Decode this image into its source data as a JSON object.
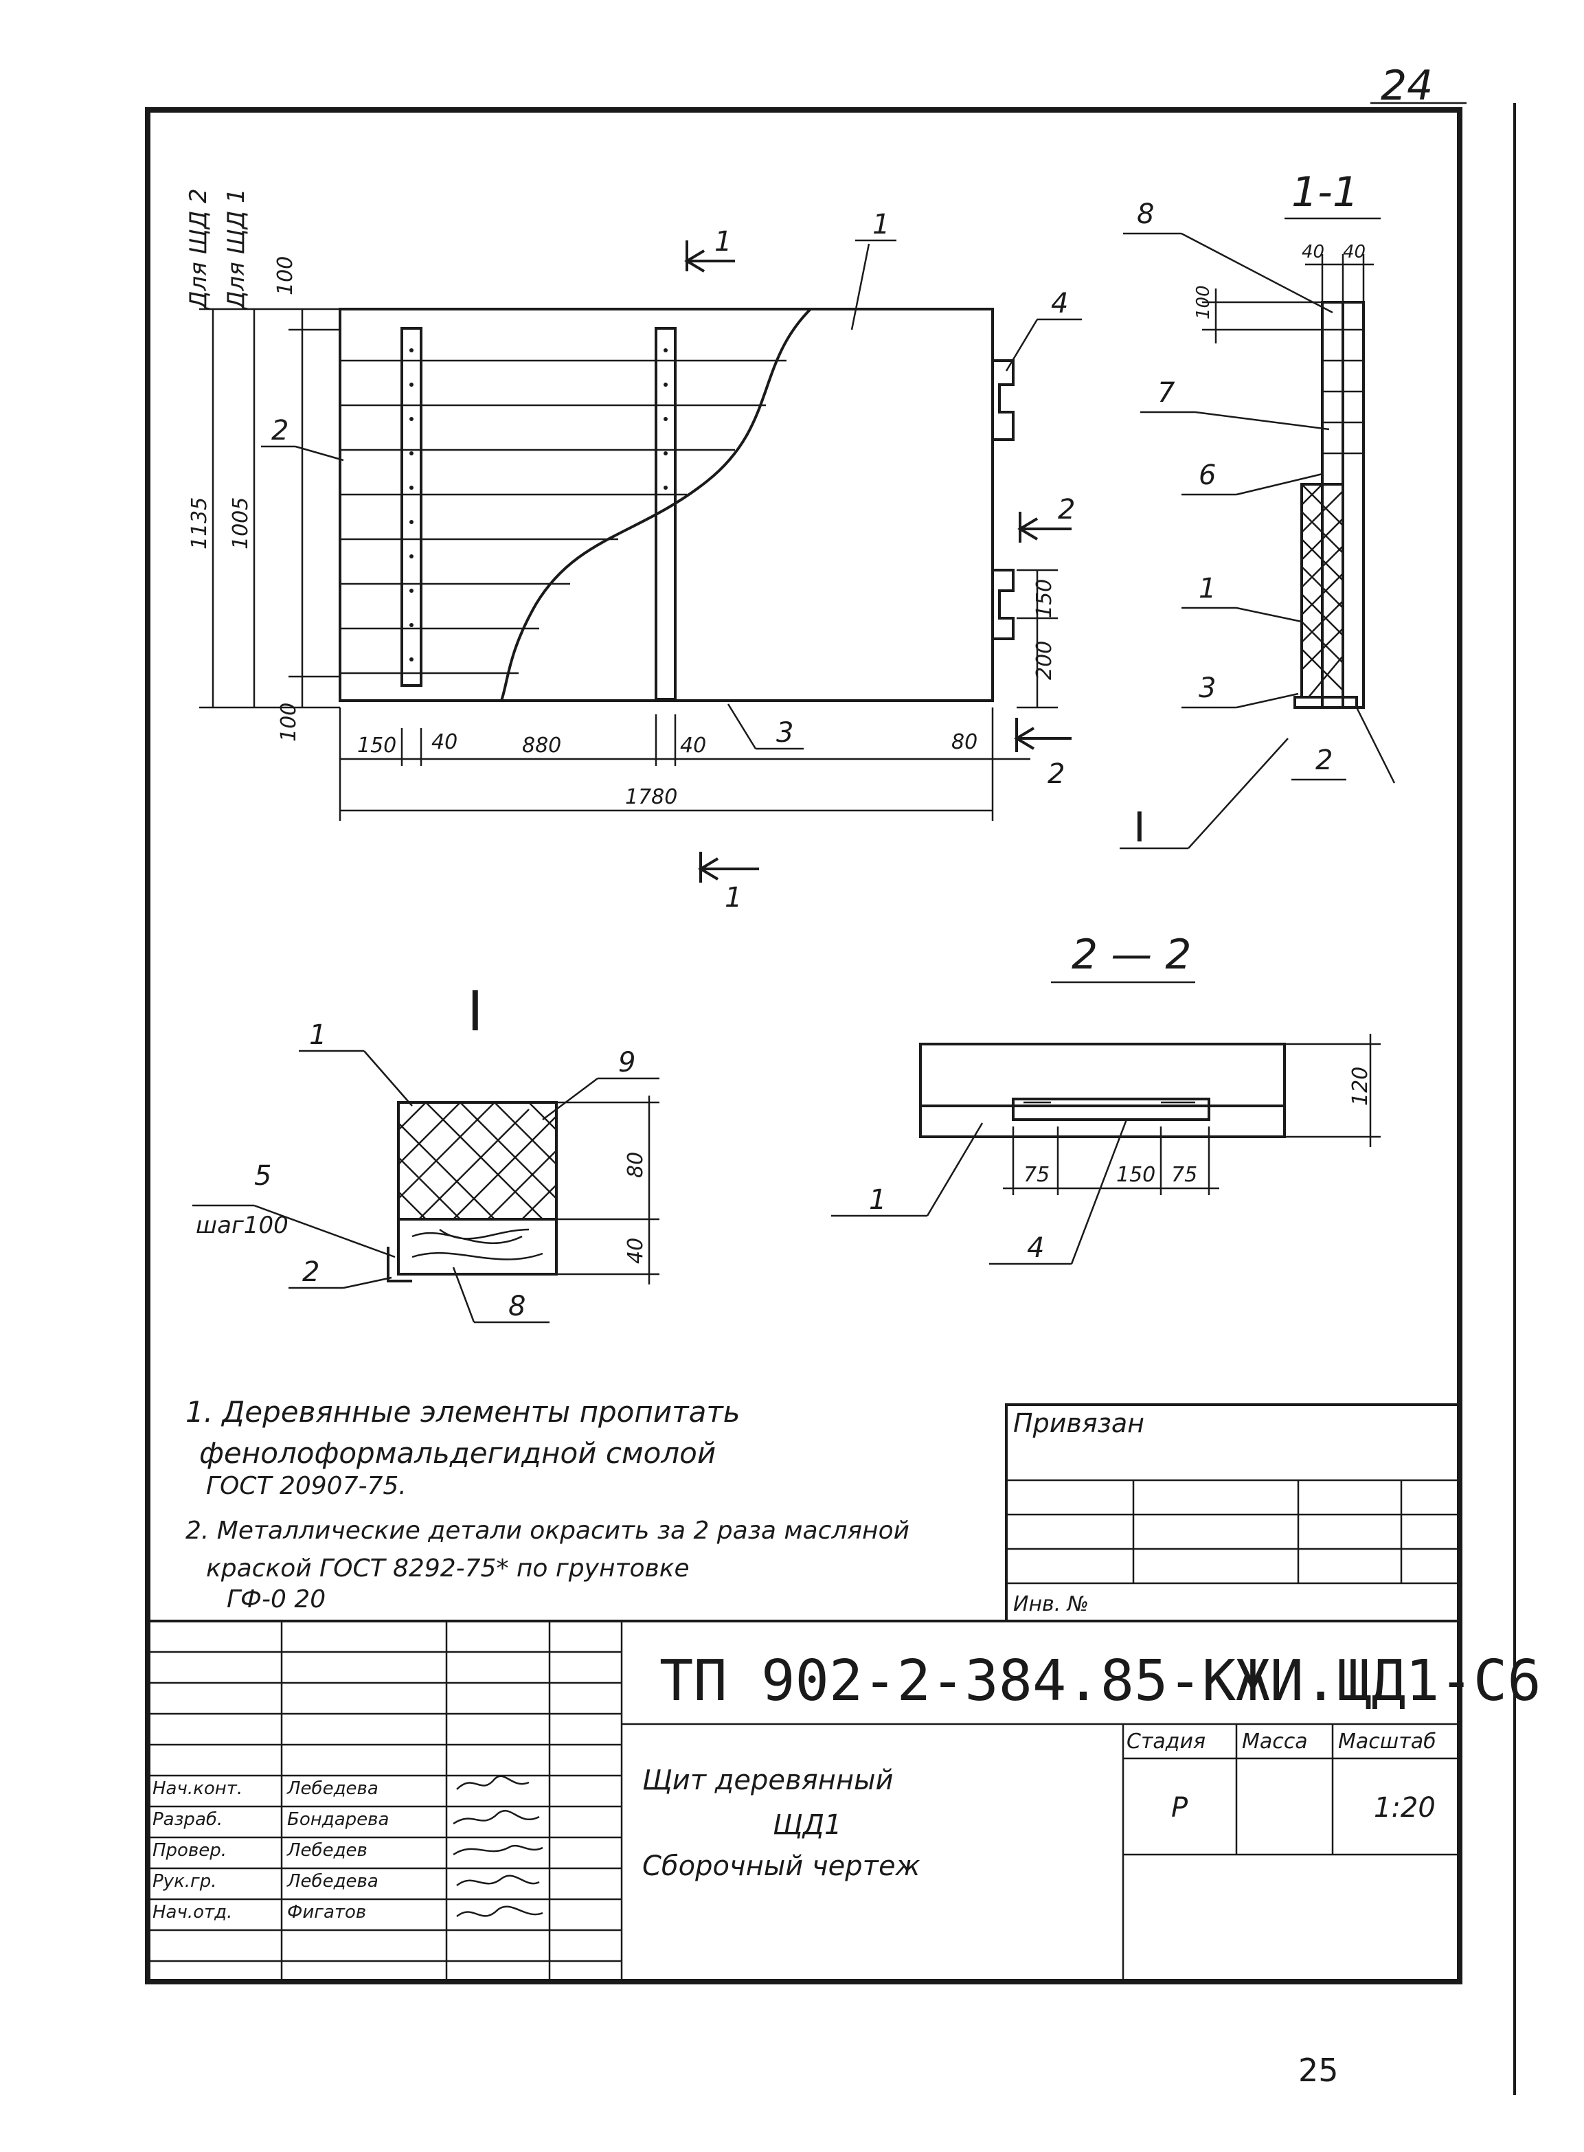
{
  "sheet": {
    "page_number_top": "24",
    "page_number_bottom": "25",
    "document_code": "ТП 902-2-384.85-КЖИ.ЩД1-С6",
    "title_lines": [
      "Щит деревянный",
      "ЩД1",
      "Сборочный чертеж"
    ],
    "stage_header": "Стадия",
    "mass_header": "Масса",
    "scale_header": "Масштаб",
    "stage_value": "Р",
    "scale_value": "1:20",
    "privyazan_label": "Привязан",
    "inv_label": "Инв. №"
  },
  "main_view": {
    "side_labels": [
      "Для ЩД 2",
      "Для ЩД 1"
    ],
    "dims_vertical": [
      "100",
      "1135",
      "1005",
      "100",
      "150",
      "200"
    ],
    "dims_horizontal": [
      "150",
      "40",
      "880",
      "40",
      "80",
      "1780"
    ],
    "callouts": [
      "1",
      "2",
      "3",
      "4"
    ],
    "section_marks": [
      "1",
      "1",
      "2",
      "2"
    ]
  },
  "section_1_1": {
    "title": "1-1",
    "dims": [
      "40",
      "40",
      "100"
    ],
    "callouts": [
      "8",
      "7",
      "6",
      "1",
      "3",
      "2"
    ],
    "detail_mark": "I"
  },
  "detail_I": {
    "title": "I",
    "callouts": [
      "1",
      "9",
      "5",
      "2",
      "8"
    ],
    "step_label": "шаг100",
    "dims": [
      "80",
      "40"
    ]
  },
  "section_2_2": {
    "title": "2 — 2",
    "dims": [
      "120",
      "75",
      "150",
      "75"
    ],
    "callouts": [
      "1",
      "4"
    ]
  },
  "notes": [
    "1. Деревянные элементы пропитать",
    "фенолоформальдегидной смолой",
    "ГОСТ 20907-75.",
    "2. Металлические детали окрасить за 2 раза масляной",
    "краской ГОСТ 8292-75* по грунтовке",
    "ГФ-0 20"
  ],
  "signatures": [
    {
      "role": "Нач.конт.",
      "name": "Лебедева"
    },
    {
      "role": "Разраб.",
      "name": "Бондарева"
    },
    {
      "role": "Провер.",
      "name": "Лебедев"
    },
    {
      "role": "Рук.гр.",
      "name": "Лебедева"
    },
    {
      "role": "Нач.отд.",
      "name": "Фигатов"
    }
  ]
}
